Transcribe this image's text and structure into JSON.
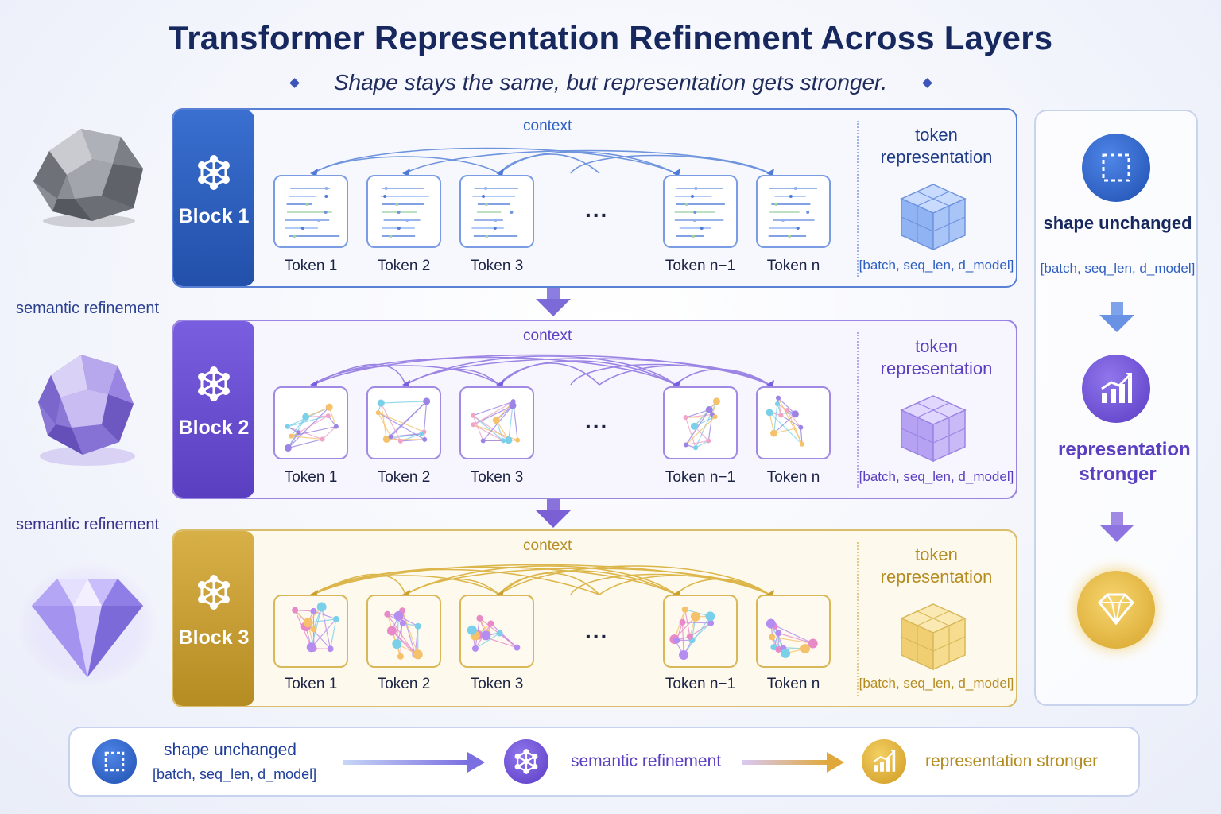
{
  "title": "Transformer Representation Refinement Across Layers",
  "subtitle": "Shape stays the same, but representation gets stronger.",
  "left_column": {
    "refinement_label_1": "semantic refinement",
    "refinement_label_2": "semantic refinement"
  },
  "blocks": [
    {
      "name": "Block 1",
      "context_label": "context",
      "tokens": [
        "Token 1",
        "Token 2",
        "Token 3",
        "Token n−1",
        "Token n"
      ],
      "ellipsis": "...",
      "representation_label": "token representation",
      "shape": "[batch, seq_len, d_model]",
      "color": "#2f5fc0"
    },
    {
      "name": "Block 2",
      "context_label": "context",
      "tokens": [
        "Token 1",
        "Token 2",
        "Token 3",
        "Token n−1",
        "Token n"
      ],
      "ellipsis": "...",
      "representation_label": "token representation",
      "shape": "[batch, seq_len, d_model]",
      "color": "#6a4fd0"
    },
    {
      "name": "Block 3",
      "context_label": "context",
      "tokens": [
        "Token 1",
        "Token 2",
        "Token 3",
        "Token n−1",
        "Token n"
      ],
      "ellipsis": "...",
      "representation_label": "token representation",
      "shape": "[batch, seq_len, d_model]",
      "color": "#c9a12e"
    }
  ],
  "right_panel": {
    "shape_unchanged": "shape unchanged",
    "shape": "[batch, seq_len, d_model]",
    "representation_stronger": "representation stronger"
  },
  "bottom_bar": {
    "shape_unchanged": "shape unchanged",
    "shape": "[batch, seq_len, d_model]",
    "semantic_refinement": "semantic refinement",
    "representation_stronger": "representation stronger"
  },
  "colors": {
    "blue": "#2f5fc0",
    "purple": "#6a4fd0",
    "gold": "#c9a12e",
    "title": "#17285f"
  }
}
